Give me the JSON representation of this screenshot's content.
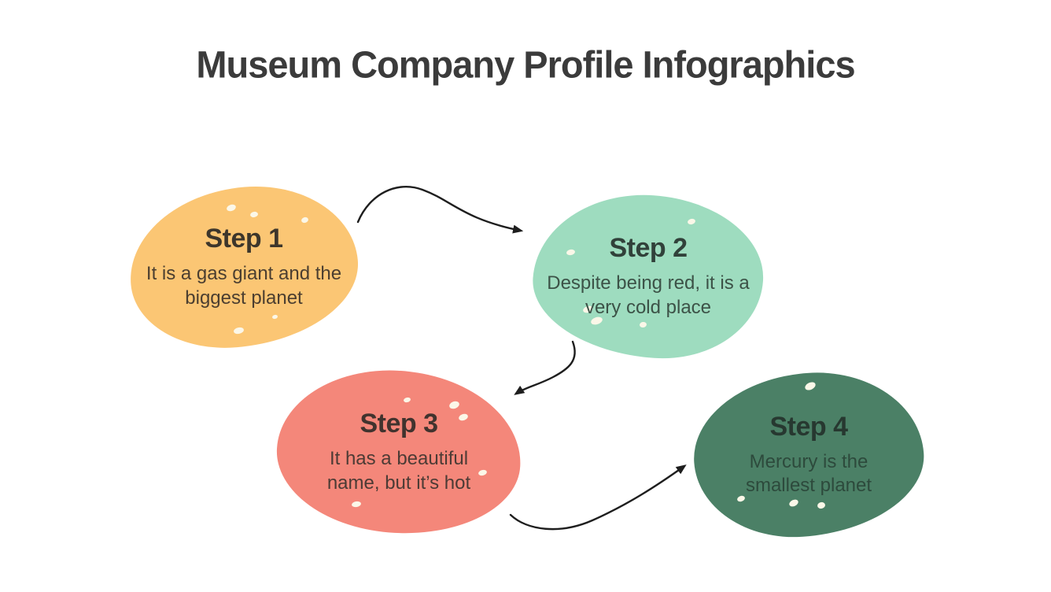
{
  "page": {
    "title": "Museum Company Profile Infographics",
    "title_color": "#3b3b3b",
    "background": "#ffffff",
    "arrow_color": "#1e1e1e",
    "speck_color": "#fbf7e8"
  },
  "steps": [
    {
      "title": "Step 1",
      "description": "It is a gas giant and the biggest planet",
      "blob_color": "#fbc674",
      "title_color": "#3d362b",
      "text_color": "#4b3e30"
    },
    {
      "title": "Step 2",
      "description": "Despite being red, it is a very cold place",
      "blob_color": "#9edcbf",
      "title_color": "#31413a",
      "text_color": "#3c5247"
    },
    {
      "title": "Step 3",
      "description": "It has a beautiful name, but it’s hot",
      "blob_color": "#f4877a",
      "title_color": "#41332e",
      "text_color": "#4c3b35"
    },
    {
      "title": "Step 4",
      "description": "Mercury is the smallest planet",
      "blob_color": "#4b8066",
      "title_color": "#273830",
      "text_color": "#2d4a3c"
    }
  ],
  "connectors": [
    {
      "from": "Step 1",
      "to": "Step 2"
    },
    {
      "from": "Step 2",
      "to": "Step 3"
    },
    {
      "from": "Step 3",
      "to": "Step 4"
    }
  ]
}
